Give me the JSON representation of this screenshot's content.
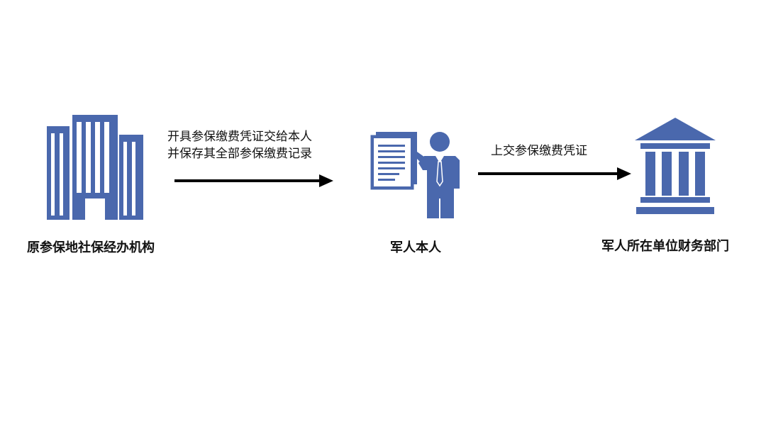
{
  "nodes": [
    {
      "label": "原参保地社保经办机构",
      "icon": "office-building-icon"
    },
    {
      "label": "军人本人",
      "icon": "person-with-document-icon"
    },
    {
      "label": "军人所在单位财务部门",
      "icon": "bank-institution-icon"
    }
  ],
  "edges": [
    {
      "text_lines": [
        "开具参保缴费凭证交给本人",
        "并保存其全部参保缴费记录"
      ]
    },
    {
      "text_lines": [
        "上交参保缴费凭证"
      ]
    }
  ],
  "colors": {
    "icon_blue": "#4a68ad",
    "arrow": "#000000",
    "text": "#111111",
    "background": "#ffffff"
  }
}
